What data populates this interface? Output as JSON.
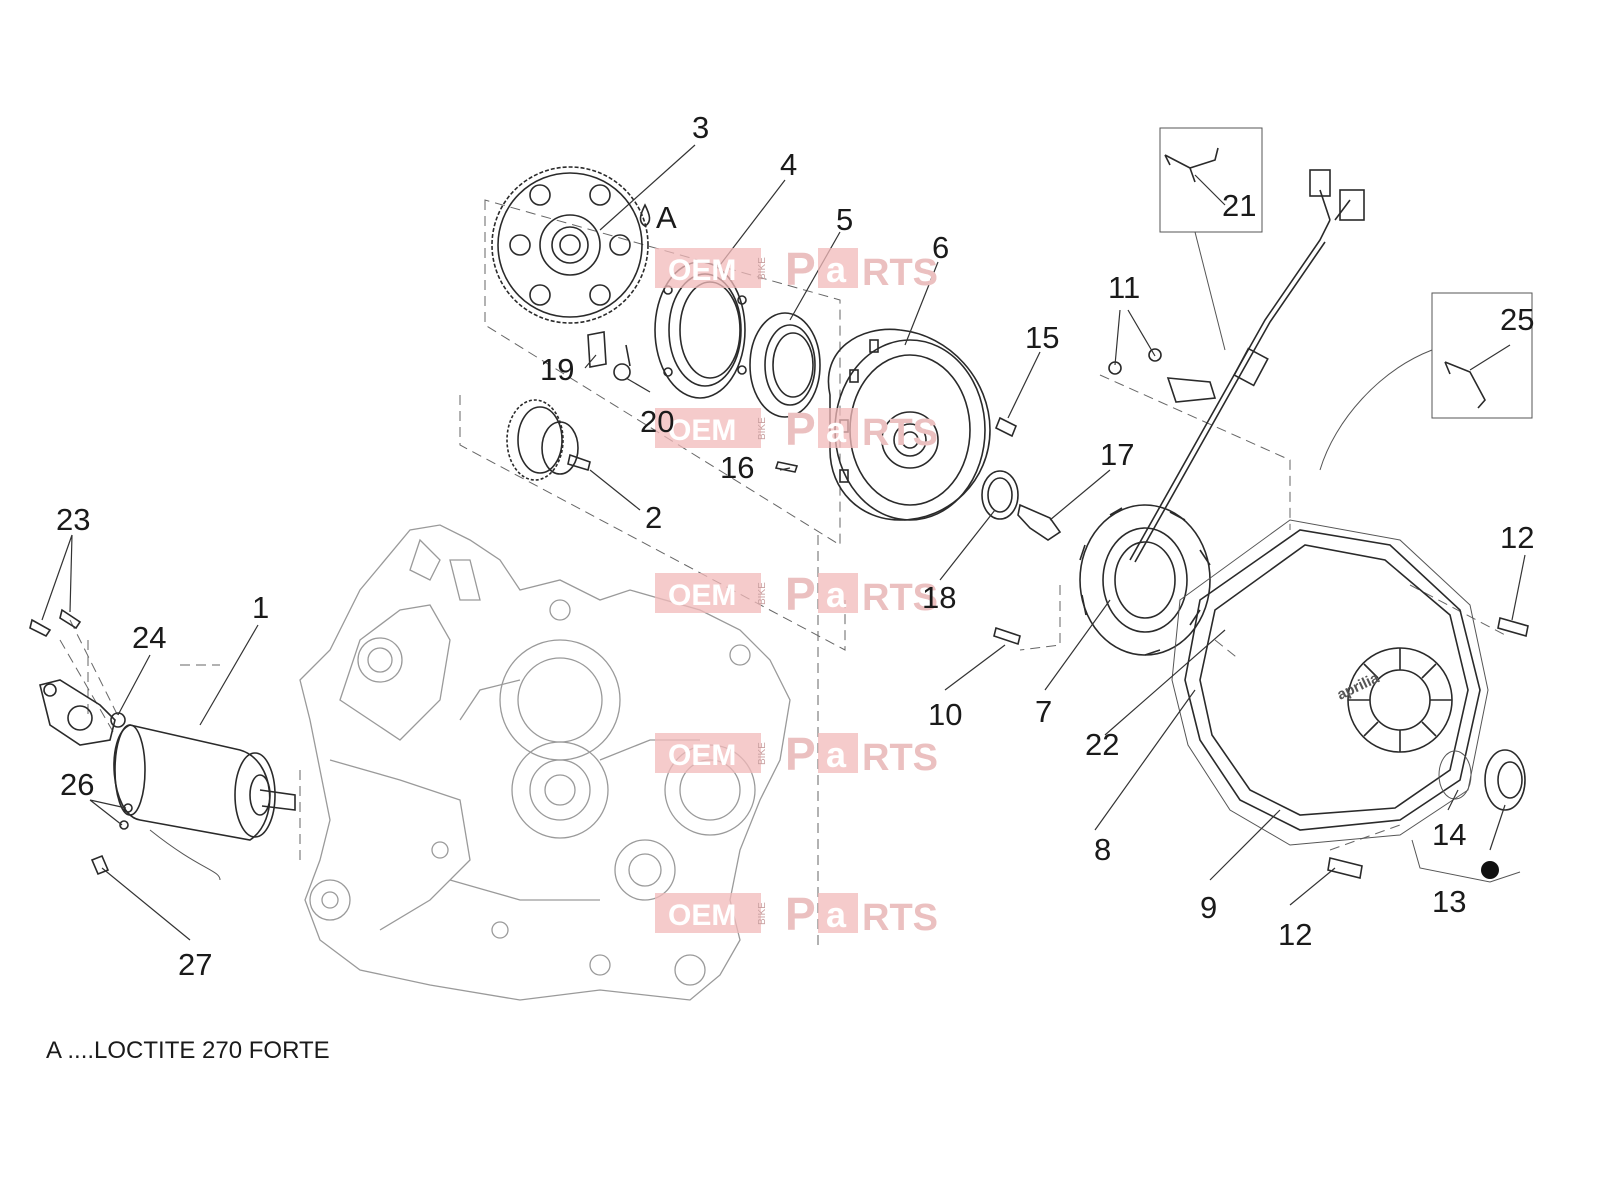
{
  "callouts": {
    "c1": "1",
    "c2": "2",
    "c3": "3",
    "c4": "4",
    "c5": "5",
    "c6": "6",
    "c7": "7",
    "c8": "8",
    "c9": "9",
    "c10": "10",
    "c11": "11",
    "c12a": "12",
    "c12b": "12",
    "c13": "13",
    "c14": "14",
    "c15": "15",
    "c16": "16",
    "c17": "17",
    "c18": "18",
    "c19": "19",
    "c20": "20",
    "c21": "21",
    "c22": "22",
    "c23": "23",
    "c24": "24",
    "c25": "25",
    "c26": "26",
    "c27": "27"
  },
  "loctite_marker": "A",
  "note": "A ....LOCTITE 270 FORTE",
  "watermark": {
    "left": "OEM",
    "bike": "BIKE",
    "p": "P",
    "a": "a",
    "rts": "RTS"
  },
  "cover_brand": "aprilia"
}
